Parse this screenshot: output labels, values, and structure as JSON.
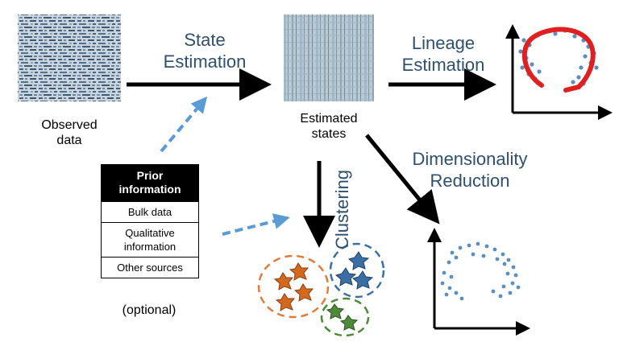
{
  "labels": {
    "observed": "Observed\ndata",
    "estimated": "Estimated\nstates",
    "state_estimation": "State\nEstimation",
    "lineage_estimation": "Lineage\nEstimation",
    "clustering": "Clustering",
    "dimensionality_reduction": "Dimensionality\nReduction",
    "optional": "(optional)"
  },
  "prior_box": {
    "title": "Prior information",
    "rows": [
      "Bulk data",
      "Qualitative information",
      "Other sources"
    ]
  },
  "colors": {
    "blue_text": "#2f4f6f",
    "dashed_arrow": "#5b9bd5",
    "lineage_curve": "#e02020",
    "points": "#5b8fc0",
    "cluster_orange": "#e07b39",
    "cluster_blue": "#3a6ea5",
    "cluster_green": "#4e8a3a"
  }
}
